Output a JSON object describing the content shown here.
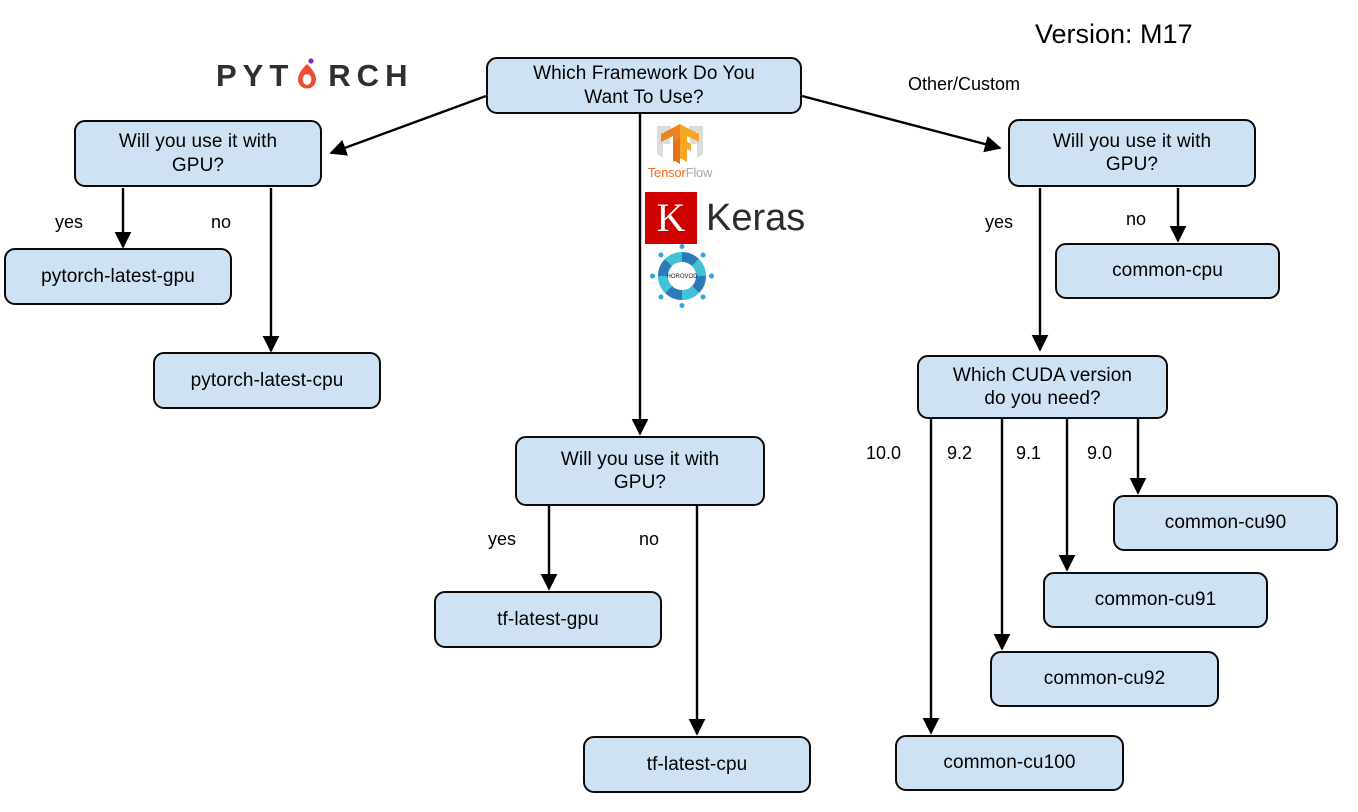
{
  "diagram": {
    "title_label": "Version: M17",
    "branch_labels": {
      "other_custom": "Other/Custom"
    },
    "logos": [
      {
        "name": "pytorch-logo",
        "text": "PYT RCH"
      },
      {
        "name": "tensorflow-logo",
        "text_a": "Tensor",
        "text_b": "Flow"
      },
      {
        "name": "keras-logo",
        "mark": "K",
        "text": "Keras"
      },
      {
        "name": "horovod-logo",
        "text": "HOROVOD"
      }
    ],
    "nodes": [
      {
        "id": "root",
        "label": "Which Framework Do You\nWant To Use?"
      },
      {
        "id": "pt_gpu_q",
        "label": "Will you use it with\nGPU?"
      },
      {
        "id": "pt_gpu",
        "label": "pytorch-latest-gpu"
      },
      {
        "id": "pt_cpu",
        "label": "pytorch-latest-cpu"
      },
      {
        "id": "tf_gpu_q",
        "label": "Will you use it with\nGPU?"
      },
      {
        "id": "tf_gpu",
        "label": "tf-latest-gpu"
      },
      {
        "id": "tf_cpu",
        "label": "tf-latest-cpu"
      },
      {
        "id": "cm_gpu_q",
        "label": "Will you use it with\nGPU?"
      },
      {
        "id": "cm_cpu",
        "label": "common-cpu"
      },
      {
        "id": "cuda_q",
        "label": "Which CUDA version\ndo you need?"
      },
      {
        "id": "cu90",
        "label": "common-cu90"
      },
      {
        "id": "cu91",
        "label": "common-cu91"
      },
      {
        "id": "cu92",
        "label": "common-cu92"
      },
      {
        "id": "cu100",
        "label": "common-cu100"
      }
    ],
    "edge_labels": [
      {
        "id": "pt_yes",
        "text": "yes"
      },
      {
        "id": "pt_no",
        "text": "no"
      },
      {
        "id": "tf_yes",
        "text": "yes"
      },
      {
        "id": "tf_no",
        "text": "no"
      },
      {
        "id": "cm_yes",
        "text": "yes"
      },
      {
        "id": "cm_no",
        "text": "no"
      },
      {
        "id": "cuda_100",
        "text": "10.0"
      },
      {
        "id": "cuda_92",
        "text": "9.2"
      },
      {
        "id": "cuda_91",
        "text": "9.1"
      },
      {
        "id": "cuda_90",
        "text": "9.0"
      }
    ],
    "colors": {
      "node_fill": "#cfe2f3",
      "node_border": "#0b0b0b",
      "edge": "#000000",
      "keras_red": "#d00000",
      "tf_orange": "#f06b22"
    }
  }
}
